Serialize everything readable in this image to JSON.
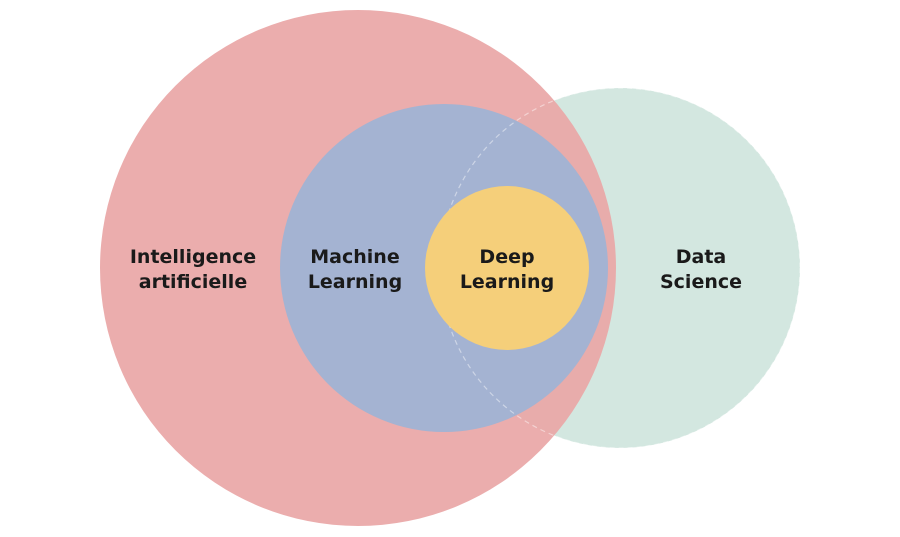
{
  "diagram": {
    "type": "venn",
    "sets": [
      {
        "id": "ai",
        "lines": [
          "Intelligence",
          "artificielle"
        ],
        "color": "#eaa7a7"
      },
      {
        "id": "ds",
        "lines": [
          "Data",
          "Science"
        ],
        "color": "#d3e7e0"
      },
      {
        "id": "ml",
        "lines": [
          "Machine",
          "Learning"
        ],
        "color": "#a1b3d3"
      },
      {
        "id": "dl",
        "lines": [
          "Deep",
          "Learning"
        ],
        "color": "#f5cf7a"
      }
    ]
  }
}
